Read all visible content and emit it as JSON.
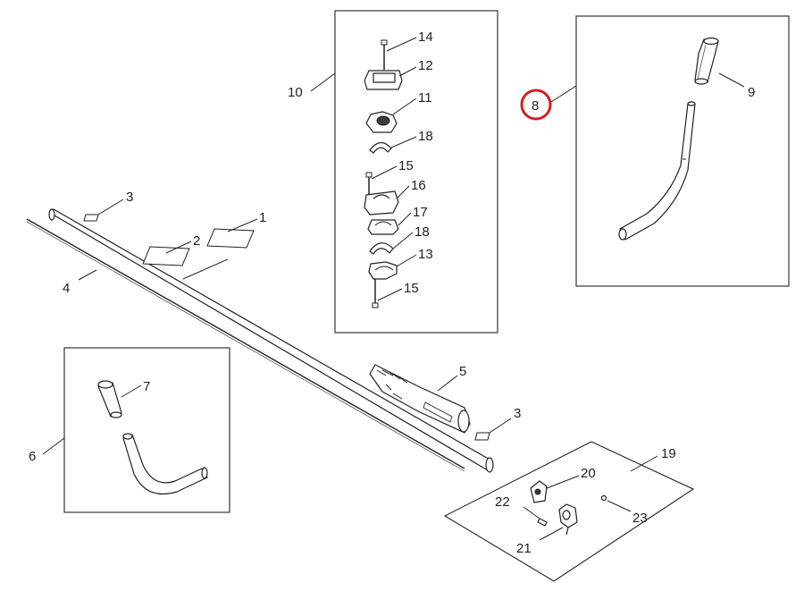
{
  "diagram": {
    "highlight_color": "#d42020",
    "callouts": {
      "c1": "1",
      "c2": "2",
      "c3a": "3",
      "c3b": "3",
      "c4": "4",
      "c5": "5",
      "c6": "6",
      "c7": "7",
      "c8": "8",
      "c9": "9",
      "c10": "10",
      "c11": "11",
      "c12": "12",
      "c13": "13",
      "c14": "14",
      "c15a": "15",
      "c15b": "15",
      "c16": "16",
      "c17": "17",
      "c18a": "18",
      "c18b": "18",
      "c19": "19",
      "c20": "20",
      "c21": "21",
      "c22": "22",
      "c23": "23"
    }
  }
}
